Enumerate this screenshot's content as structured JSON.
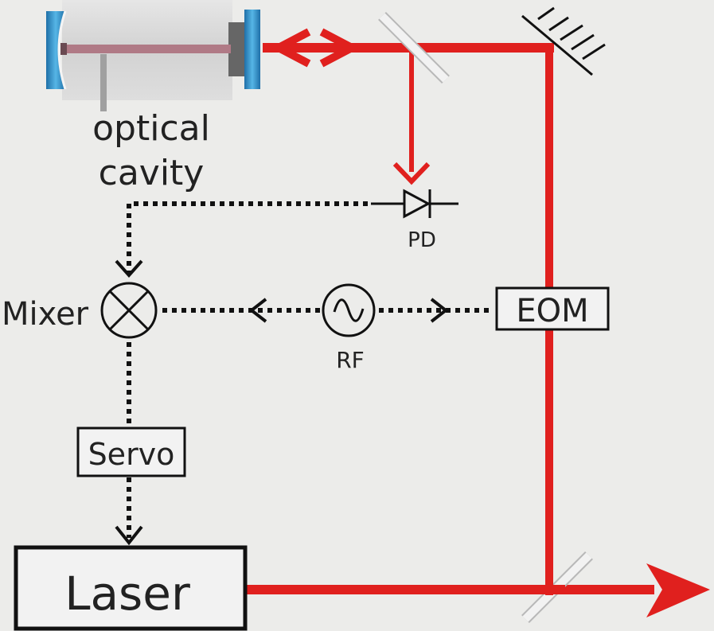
{
  "labels": {
    "cavity_line1": "optical",
    "cavity_line2": "cavity",
    "photodiode": "PD",
    "mixer": "Mixer",
    "rf": "RF",
    "eom": "EOM",
    "servo": "Servo",
    "laser": "Laser"
  },
  "colors": {
    "beam": "#e0201e",
    "signal": "#111111",
    "background": "#ececea",
    "mirror_blue": "#2a8ec4",
    "cavity_body": "#d8d8d8"
  },
  "icons": {
    "mixer": "circle-cross-icon",
    "rf_source": "sine-wave-icon",
    "photodiode": "diode-icon",
    "mirror": "hatched-mirror-icon",
    "beam_splitter": "beam-splitter-icon"
  }
}
